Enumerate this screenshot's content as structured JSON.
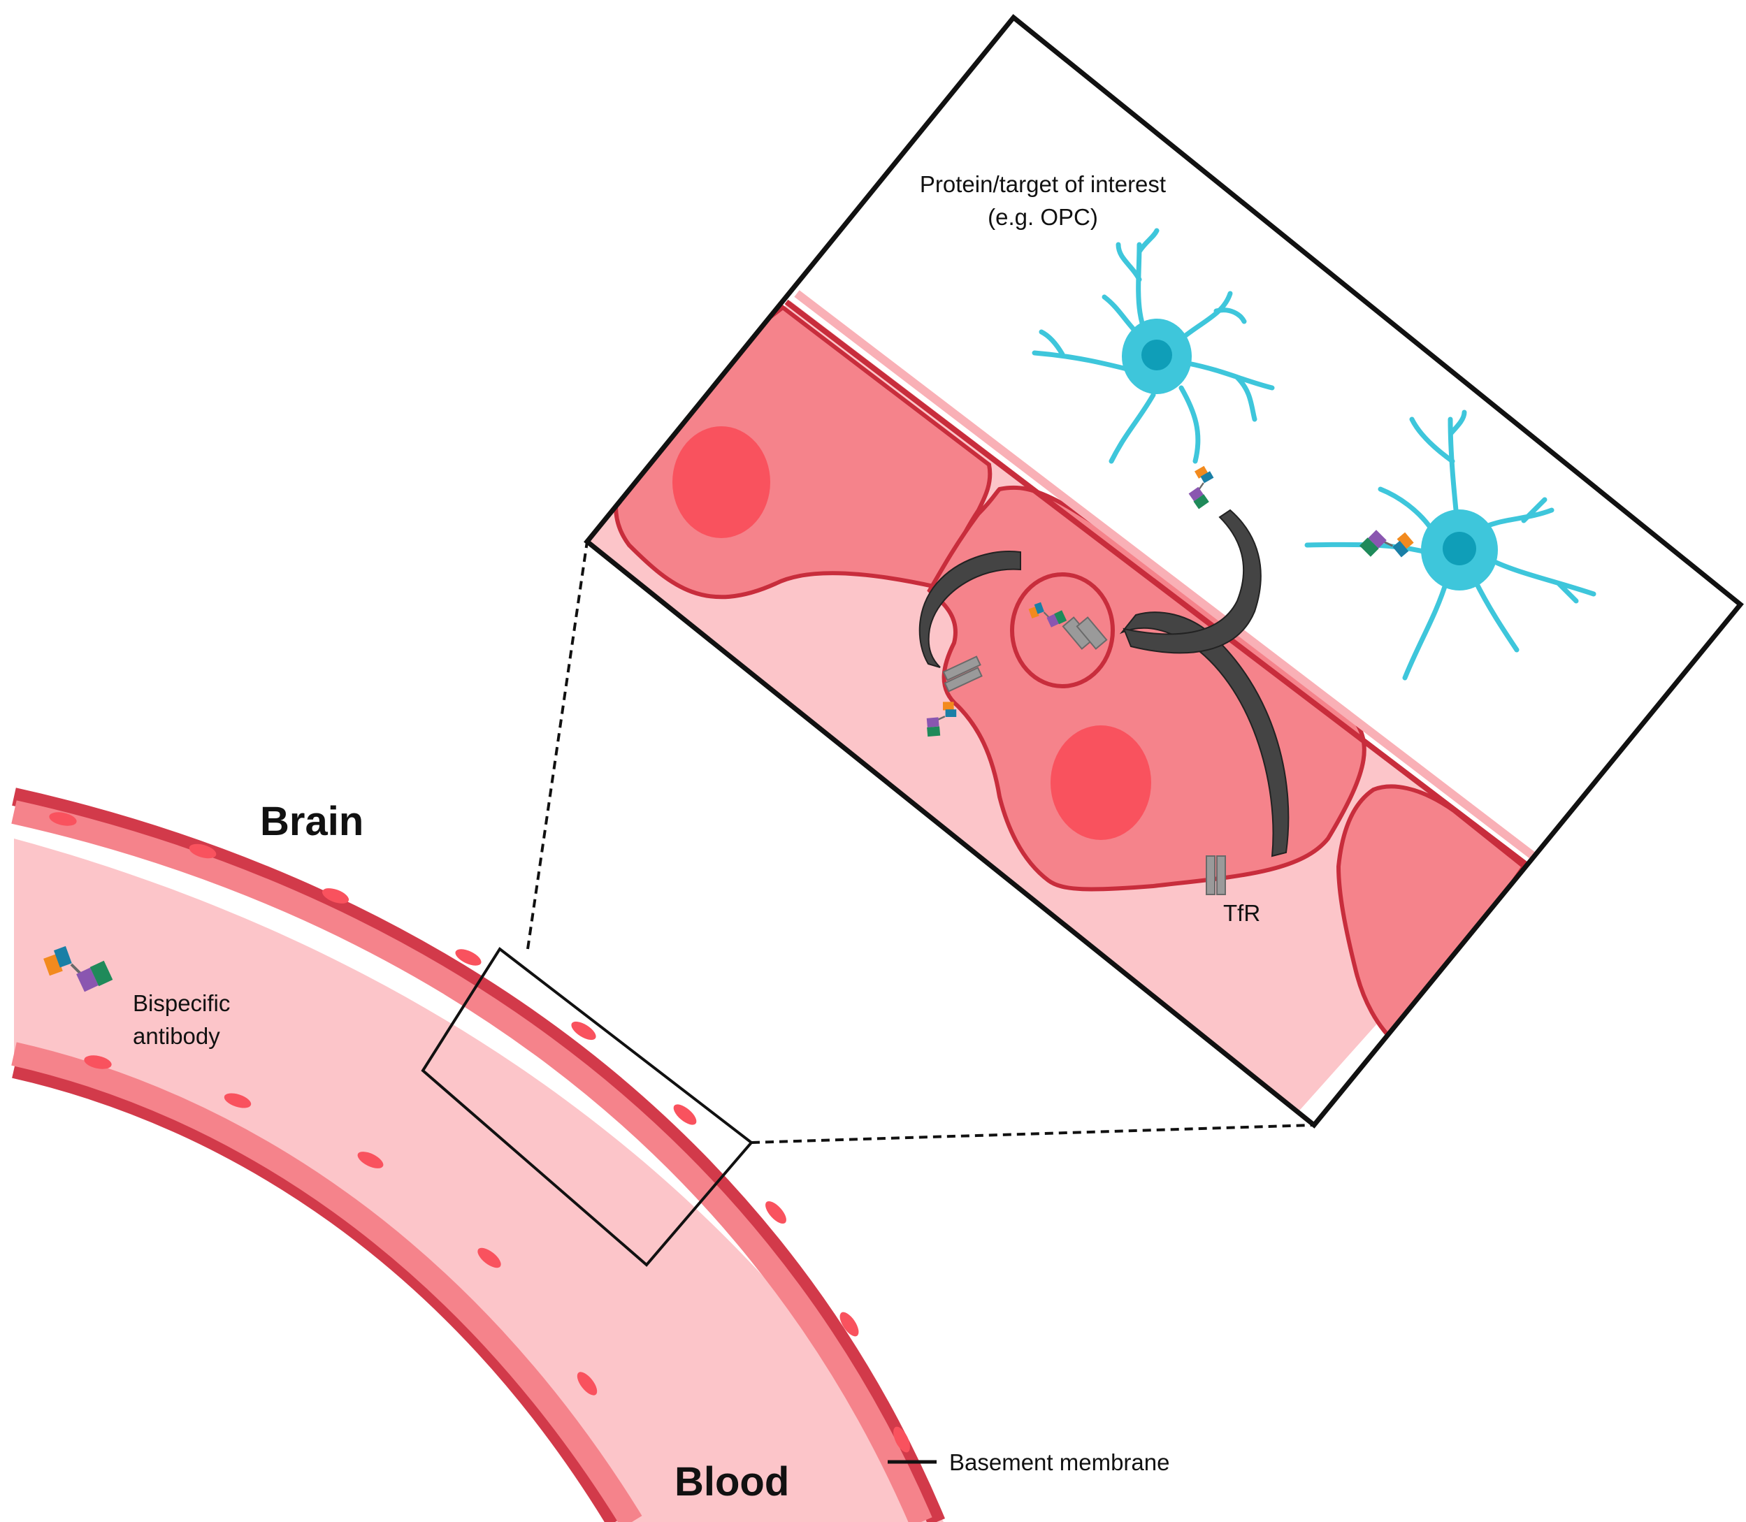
{
  "labels": {
    "brain": "Brain",
    "blood": "Blood",
    "basement_membrane": "Basement membrane",
    "bispecific_line1": "Bispecific",
    "bispecific_line2": "antibody",
    "target_line1": "Protein/target of interest",
    "target_line2": "(e.g. OPC)",
    "tfr": "TfR"
  },
  "colors": {
    "vessel_wall": "#d23a4a",
    "vessel_lumen": "#fcc5c9",
    "endothelial_cell": "#f5838b",
    "nucleus": "#f9525e",
    "cell_outline": "#c82d3c",
    "opc_cell": "#3ec6db",
    "opc_nucleus": "#0f9eb8",
    "arrow": "#444444",
    "receptor": "#9a9a9a",
    "antibody_orange": "#f28a1e",
    "antibody_blue": "#1a7fa6",
    "antibody_purple": "#8a56b0",
    "antibody_green": "#1f8a5a"
  }
}
